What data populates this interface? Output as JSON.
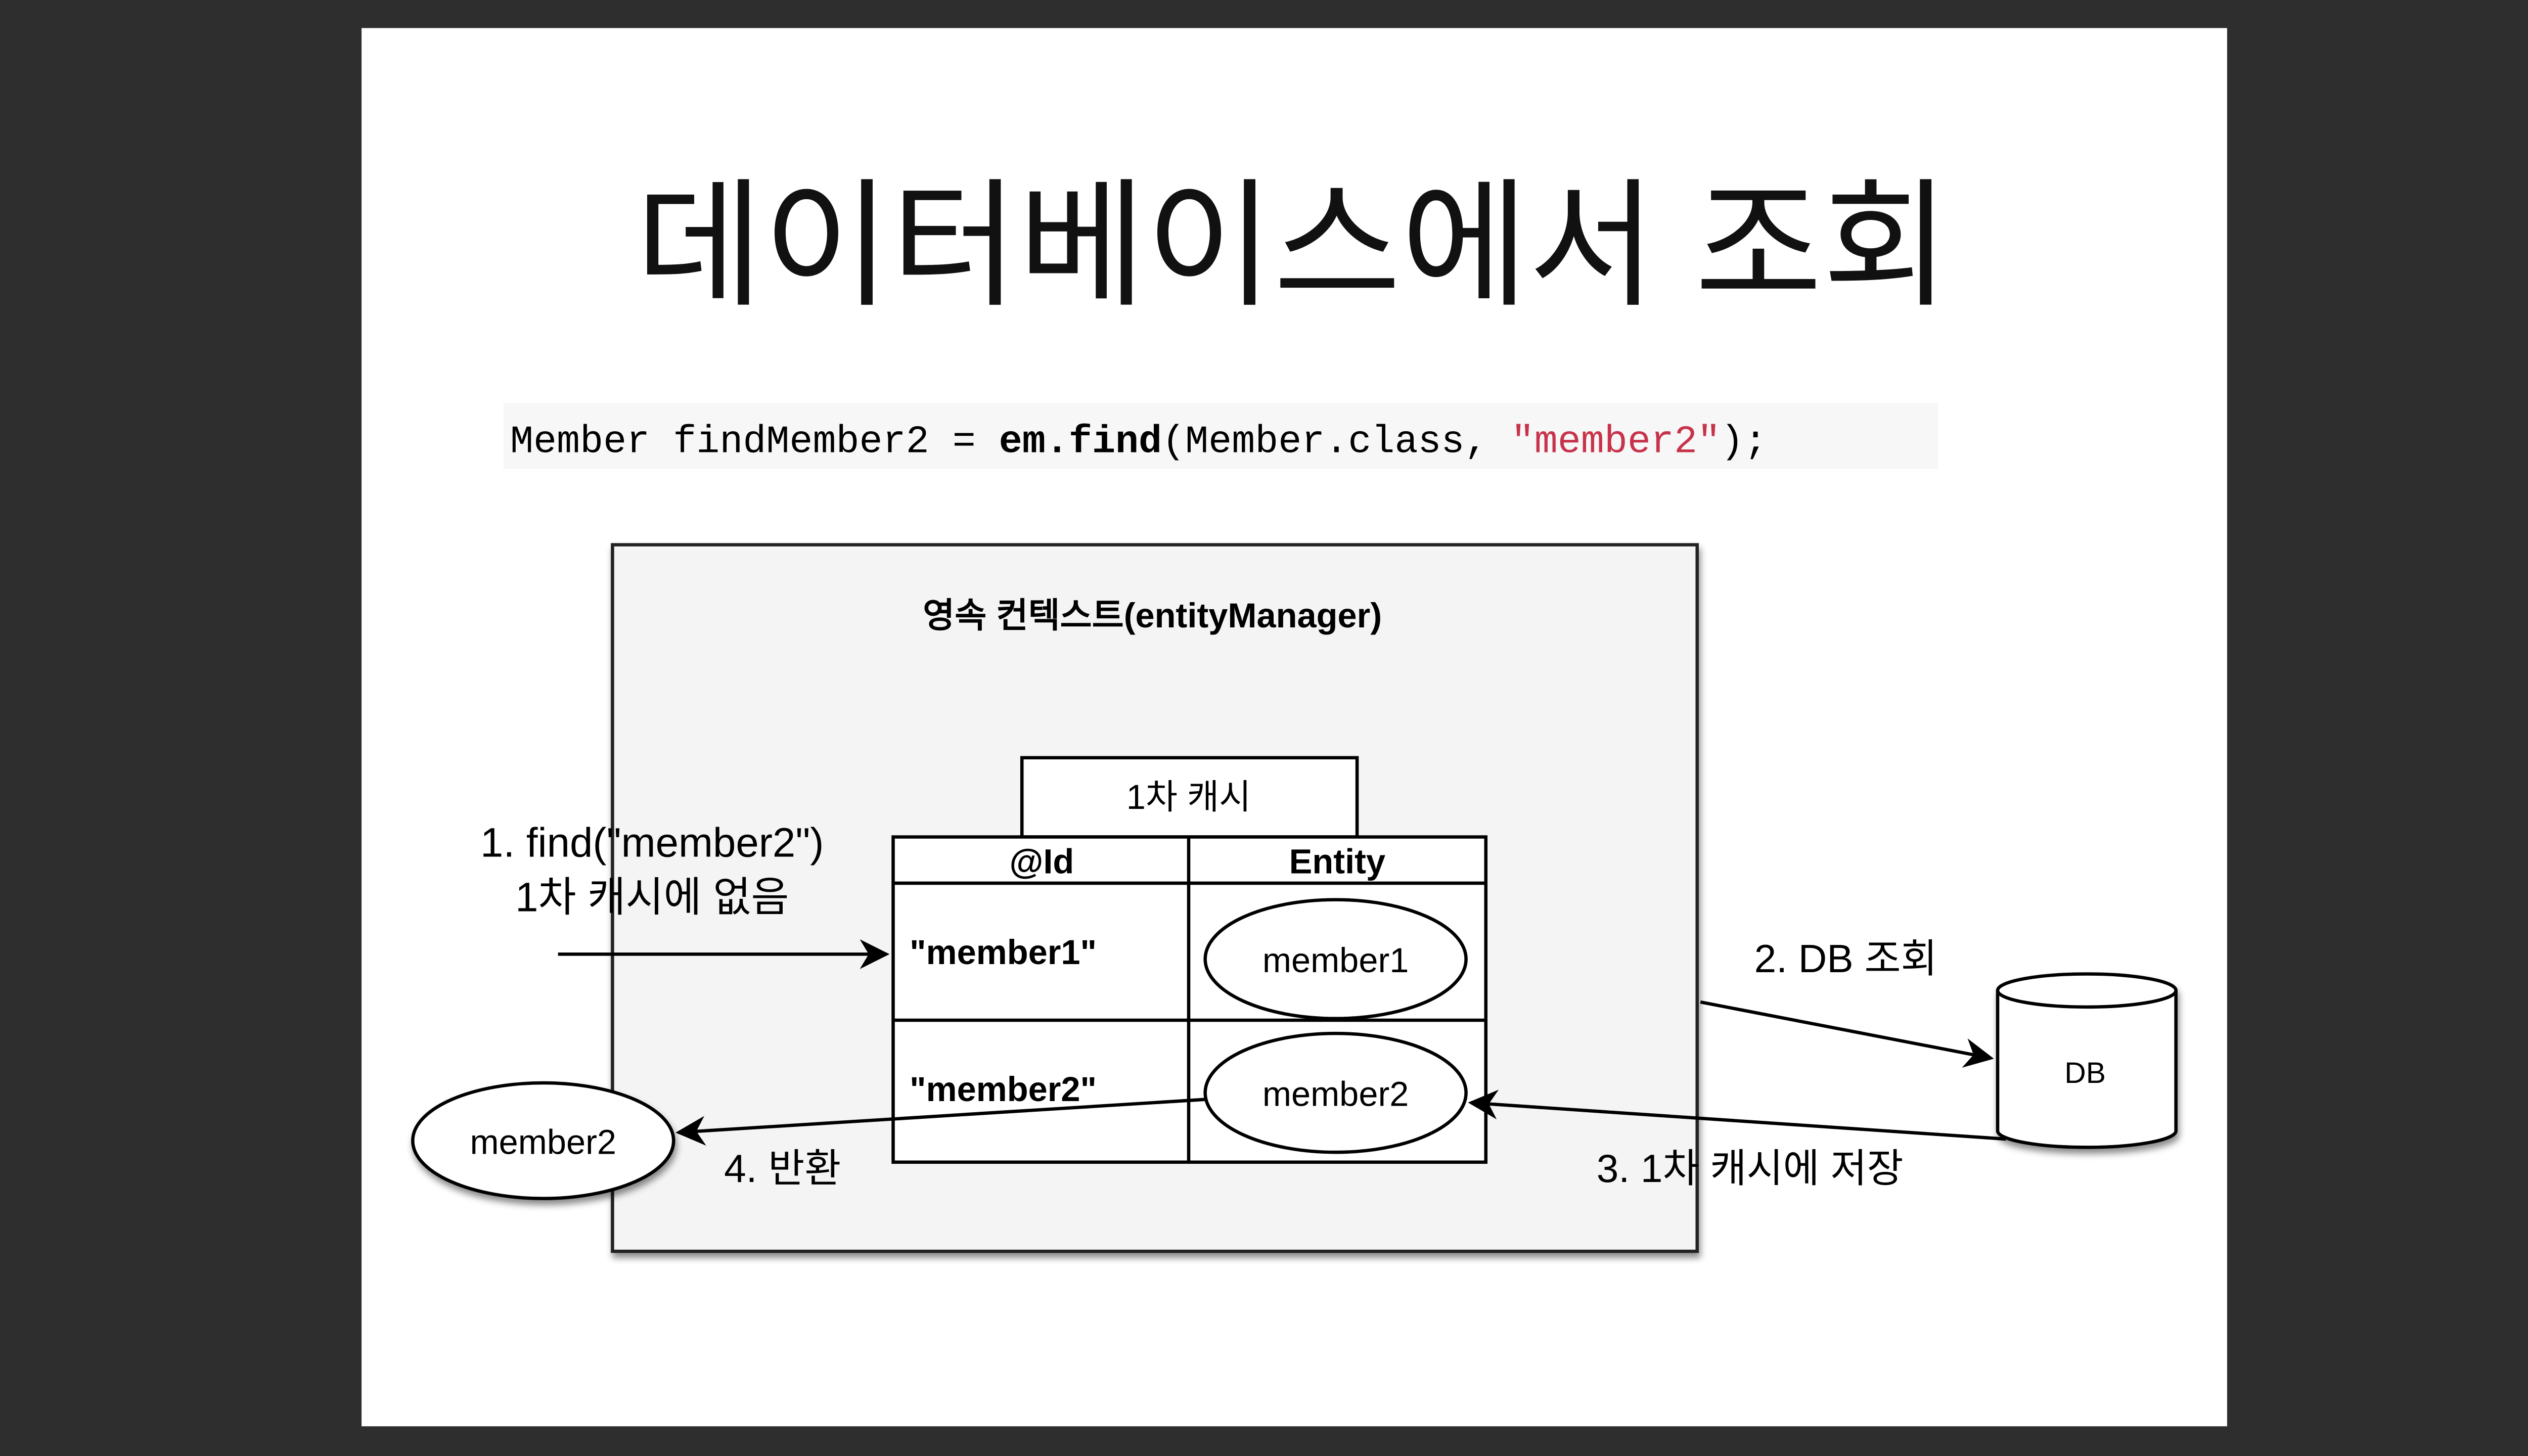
{
  "slide": {
    "title": "데이터베이스에서 조회",
    "code": {
      "part1": "Member findMember2 = ",
      "part2": "em.find",
      "part3": "(Member.class, ",
      "part4": "\"member2\"",
      "part5": ");"
    }
  },
  "diagram": {
    "context_label": "영속 컨텍스트(entityManager)",
    "cache_label": "1차 캐시",
    "table": {
      "headers": [
        "@Id",
        "Entity"
      ],
      "rows": [
        {
          "id": "\"member1\"",
          "entity": "member1"
        },
        {
          "id": "\"member2\"",
          "entity": "member2"
        }
      ]
    },
    "returned_entity": "member2",
    "db_label": "DB",
    "steps": {
      "step1_line1": "1. find(\"member2\")",
      "step1_line2": "1차 캐시에 없음",
      "step2": "2. DB 조회",
      "step3": "3. 1차 캐시에 저장",
      "step4": "4. 반환"
    }
  },
  "colors": {
    "background": "#2e2e2e",
    "slide": "#ffffff",
    "code_bg": "#f7f7f7",
    "string": "#c7334a",
    "context_bg": "#f4f4f4"
  }
}
